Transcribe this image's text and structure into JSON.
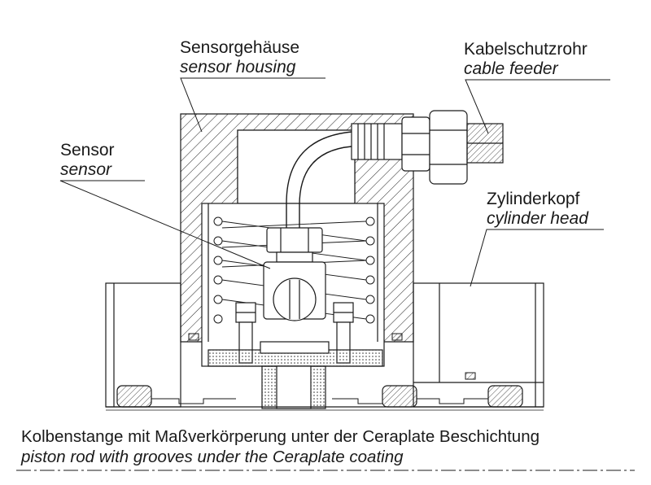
{
  "labels": {
    "sensor_housing": {
      "de": "Sensorgehäuse",
      "en": "sensor housing"
    },
    "cable_feeder": {
      "de": "Kabelschutzrohr",
      "en": "cable feeder"
    },
    "sensor": {
      "de": "Sensor",
      "en": "sensor"
    },
    "cylinder_head": {
      "de": "Zylinderkopf",
      "en": "cylinder head"
    },
    "piston_rod": {
      "de": "Kolbenstange mit Maßverkörperung unter der Ceraplate Beschichtung",
      "en": "piston rod with grooves under the Ceraplate coating"
    }
  }
}
